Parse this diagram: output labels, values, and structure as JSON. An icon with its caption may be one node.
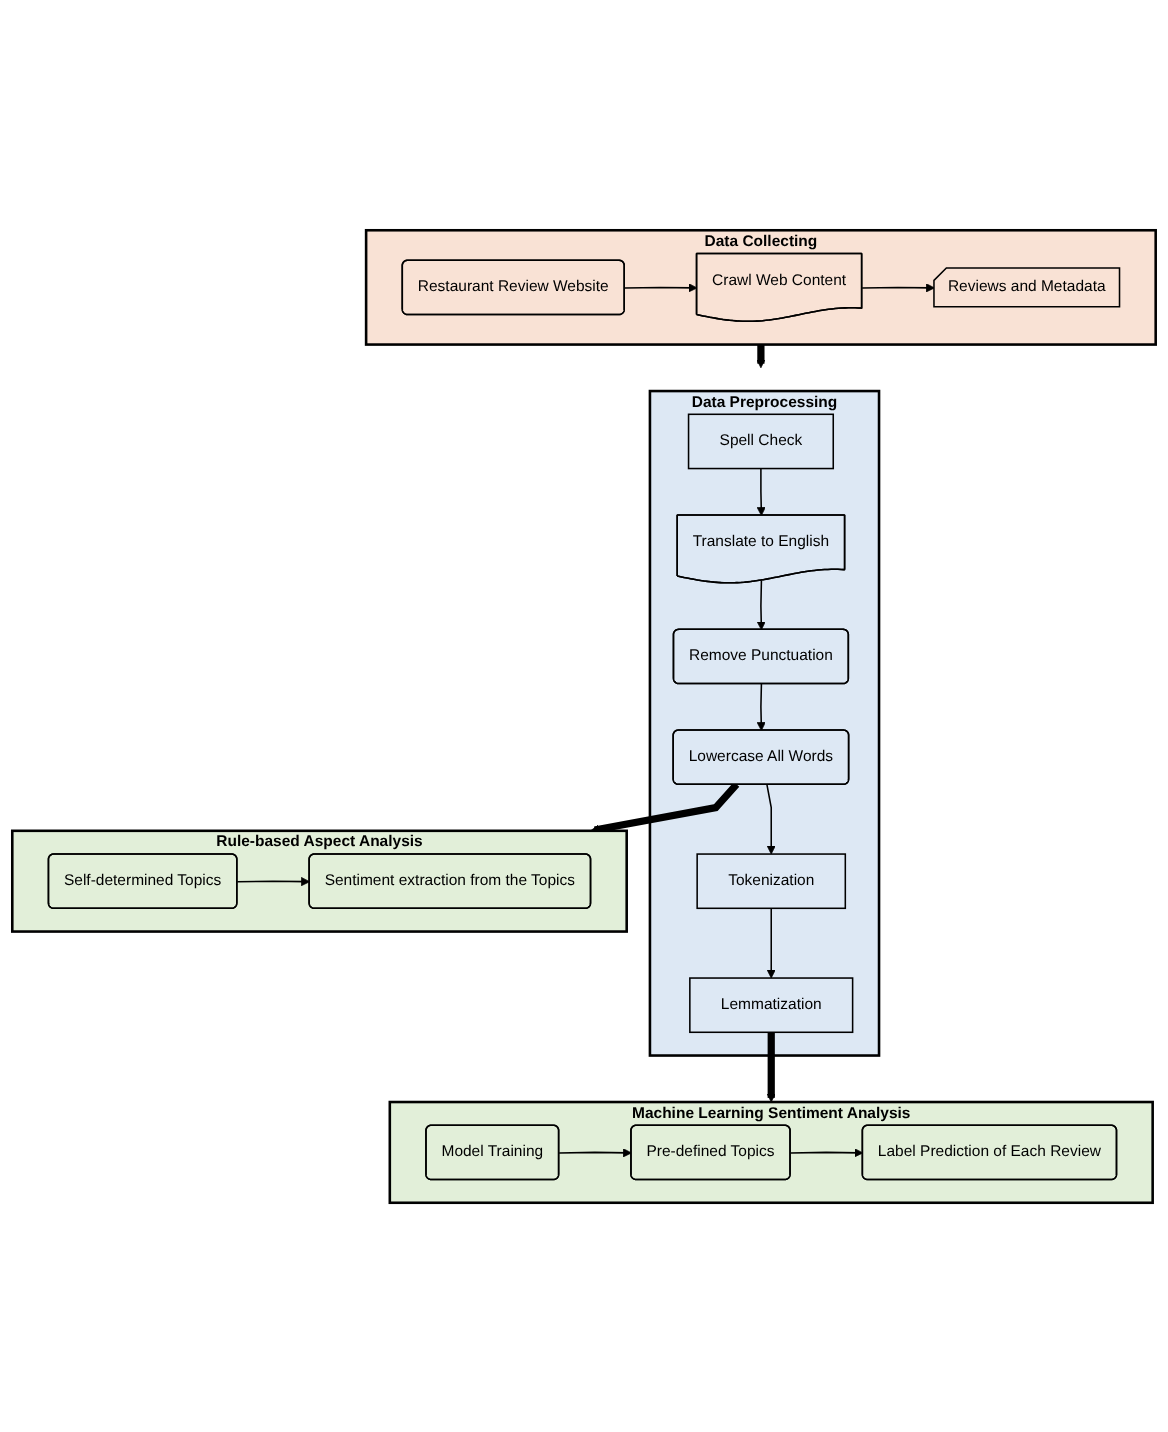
{
  "diagram": {
    "nodes": [
      {
        "text": [
          "Data Collecting"
        ]
      },
      {
        "text": [
          "Restaurant Review Website"
        ],
        "in": 0
      },
      {
        "text": [
          "Crawl Web Content"
        ],
        "in": 0
      },
      {
        "text": [
          "Reviews and Metadata"
        ],
        "in": 0
      },
      {
        "text": [
          "Data Preprocessing"
        ]
      },
      {
        "text": [
          "Spell Check"
        ],
        "in": 4
      },
      {
        "text": [
          "Translate to English"
        ],
        "in": 4
      },
      {
        "text": [
          "Remove Punctuation"
        ],
        "in": 4
      },
      {
        "text": [
          "Lowercase All Words"
        ],
        "in": 4
      },
      {
        "text": [
          "Tokenization"
        ],
        "in": 4
      },
      {
        "text": [
          "Lemmatization"
        ],
        "in": 4
      },
      {
        "text": [
          "Rule-based Aspect Analysis"
        ]
      },
      {
        "text": [
          "Self-determined Topics"
        ],
        "in": 11
      },
      {
        "text": [
          "Sentiment extraction from the Topics"
        ],
        "in": 11
      },
      {
        "text": [
          "Machine Learning Sentiment Analysis"
        ]
      },
      {
        "text": [
          "Model Training"
        ],
        "in": 14
      },
      {
        "text": [
          "Pre-defined Topics"
        ],
        "in": 14
      },
      {
        "text": [
          "Label Prediction of Each Review"
        ],
        "in": 14
      }
    ],
    "edges": [
      {
        "from": 1,
        "to": 2,
        "arrow": "to"
      },
      {
        "from": 2,
        "to": 3,
        "arrow": "to"
      },
      {
        "from": 0,
        "to": 4,
        "arrow": "to",
        "style": "thick"
      },
      {
        "from": 5,
        "to": 6,
        "arrow": "to"
      },
      {
        "from": 6,
        "to": 7,
        "arrow": "to"
      },
      {
        "from": 7,
        "to": 8,
        "arrow": "to"
      },
      {
        "from": 8,
        "to": 9,
        "arrow": "to"
      },
      {
        "from": 9,
        "to": 10,
        "arrow": "to"
      },
      {
        "from": 8,
        "to": 11,
        "arrow": "to",
        "style": "thick"
      },
      {
        "from": 10,
        "to": 14,
        "arrow": "to",
        "style": "thick"
      },
      {
        "from": 12,
        "to": 13,
        "arrow": "to"
      },
      {
        "from": 15,
        "to": 16,
        "arrow": "to"
      },
      {
        "from": 16,
        "to": 17,
        "arrow": "to"
      }
    ]
  }
}
